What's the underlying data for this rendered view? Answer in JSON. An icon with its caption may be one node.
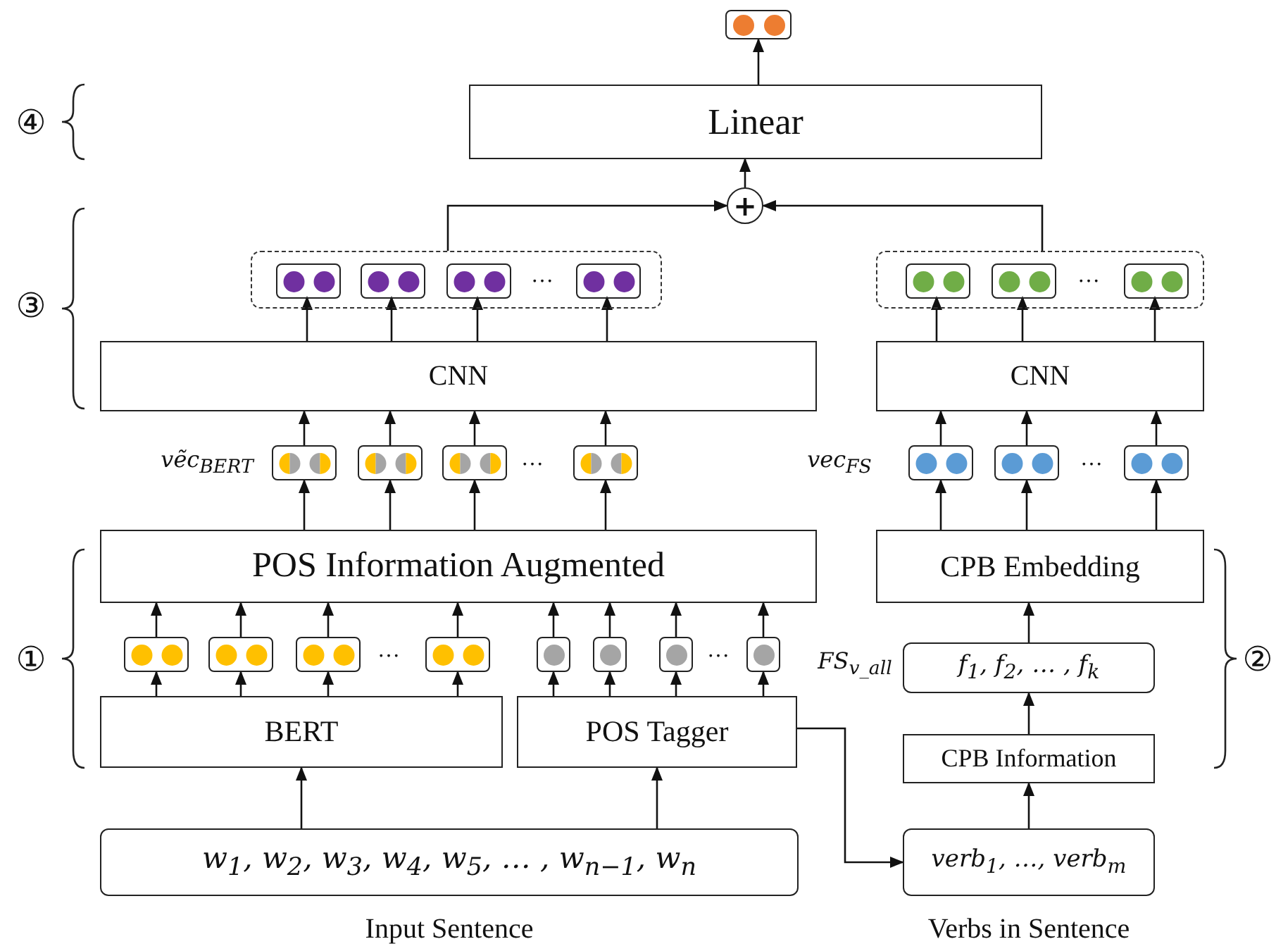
{
  "diagram": {
    "nodes": [
      {
        "text": [
          "Linear"
        ]
      },
      {
        "text": [],
        "shape": "box"
      },
      {
        "text": [
          "+"
        ]
      },
      {
        "text": [],
        "shape": "box"
      },
      {
        "text": [],
        "shape": "box",
        "in": 3
      },
      {
        "text": [],
        "shape": "box",
        "in": 3
      },
      {
        "text": [],
        "shape": "box",
        "in": 3
      },
      {
        "text": [],
        "shape": "box",
        "in": 3
      },
      {
        "text": [],
        "shape": "box"
      },
      {
        "text": [],
        "shape": "box",
        "in": 8
      },
      {
        "text": [],
        "shape": "box",
        "in": 8
      },
      {
        "text": [],
        "shape": "box",
        "in": 8
      },
      {
        "text": [
          "CNN"
        ]
      },
      {
        "text": [
          "CNN"
        ]
      },
      {
        "text": [],
        "shape": "box"
      },
      {
        "text": [],
        "shape": "box"
      },
      {
        "text": [],
        "shape": "box"
      },
      {
        "text": [],
        "shape": "box"
      },
      {
        "text": [],
        "shape": "box"
      },
      {
        "text": [],
        "shape": "box"
      },
      {
        "text": [],
        "shape": "box"
      },
      {
        "text": [
          "POS Information Augmented"
        ]
      },
      {
        "text": [
          "CPB Embedding"
        ]
      },
      {
        "text": [],
        "shape": "box"
      },
      {
        "text": [],
        "shape": "box"
      },
      {
        "text": [],
        "shape": "box"
      },
      {
        "text": [],
        "shape": "box"
      },
      {
        "text": [],
        "shape": "box"
      },
      {
        "text": [],
        "shape": "box"
      },
      {
        "text": [],
        "shape": "box"
      },
      {
        "text": [],
        "shape": "box"
      },
      {
        "text": [
          "f$_{1}$, f$_{2}$, … , f$_{k}$"
        ]
      },
      {
        "text": [
          "BERT"
        ]
      },
      {
        "text": [
          "POS Tagger"
        ]
      },
      {
        "text": [
          "CPB Information"
        ]
      },
      {
        "text": [
          "w$_{1}$, w$_{2}$, w$_{3}$, w$_{4}$, w$_{5}$, … , w$_{n−1}$, w$_{n}$"
        ],
        "beside": [
          "Input Sentence"
        ]
      },
      {
        "text": [
          "verb$_{1}$, …, verb$_{m}$"
        ],
        "beside": [
          "Verbs in Sentence"
        ]
      }
    ],
    "edges": [
      {
        "from": 0,
        "to": 1,
        "arrow": "to"
      },
      {
        "from": 2,
        "to": 0,
        "arrow": "to"
      },
      {
        "from": 3,
        "to": 2,
        "arrow": "to"
      },
      {
        "from": 8,
        "to": 2,
        "arrow": "to"
      },
      {
        "from": 12,
        "to": 4,
        "arrow": "to"
      },
      {
        "from": 12,
        "to": 5,
        "arrow": "to"
      },
      {
        "from": 12,
        "to": 6,
        "arrow": "to"
      },
      {
        "from": 12,
        "to": 7,
        "arrow": "to"
      },
      {
        "from": 13,
        "to": 9,
        "arrow": "to"
      },
      {
        "from": 13,
        "to": 10,
        "arrow": "to"
      },
      {
        "from": 13,
        "to": 11,
        "arrow": "to"
      },
      {
        "from": 14,
        "to": 12,
        "arrow": "to"
      },
      {
        "from": 15,
        "to": 12,
        "arrow": "to"
      },
      {
        "from": 16,
        "to": 12,
        "arrow": "to"
      },
      {
        "from": 17,
        "to": 12,
        "arrow": "to"
      },
      {
        "from": 18,
        "to": 13,
        "arrow": "to"
      },
      {
        "from": 19,
        "to": 13,
        "arrow": "to"
      },
      {
        "from": 20,
        "to": 13,
        "arrow": "to"
      },
      {
        "from": 21,
        "to": 14,
        "arrow": "to"
      },
      {
        "from": 21,
        "to": 15,
        "arrow": "to"
      },
      {
        "from": 21,
        "to": 16,
        "arrow": "to"
      },
      {
        "from": 21,
        "to": 17,
        "arrow": "to"
      },
      {
        "from": 22,
        "to": 18,
        "arrow": "to"
      },
      {
        "from": 22,
        "to": 19,
        "arrow": "to"
      },
      {
        "from": 22,
        "to": 20,
        "arrow": "to"
      },
      {
        "from": 23,
        "to": 21,
        "arrow": "to"
      },
      {
        "from": 24,
        "to": 21,
        "arrow": "to"
      },
      {
        "from": 25,
        "to": 21,
        "arrow": "to"
      },
      {
        "from": 26,
        "to": 21,
        "arrow": "to"
      },
      {
        "from": 27,
        "to": 21,
        "arrow": "to"
      },
      {
        "from": 28,
        "to": 21,
        "arrow": "to"
      },
      {
        "from": 29,
        "to": 21,
        "arrow": "to"
      },
      {
        "from": 30,
        "to": 21,
        "arrow": "to"
      },
      {
        "from": 31,
        "to": 22,
        "arrow": "to"
      },
      {
        "from": 32,
        "to": 23,
        "arrow": "to"
      },
      {
        "from": 32,
        "to": 24,
        "arrow": "to"
      },
      {
        "from": 32,
        "to": 25,
        "arrow": "to"
      },
      {
        "from": 32,
        "to": 26,
        "arrow": "to"
      },
      {
        "from": 33,
        "to": 27,
        "arrow": "to"
      },
      {
        "from": 33,
        "to": 28,
        "arrow": "to"
      },
      {
        "from": 33,
        "to": 29,
        "arrow": "to"
      },
      {
        "from": 33,
        "to": 30,
        "arrow": "to"
      },
      {
        "from": 34,
        "to": 31,
        "arrow": "to"
      },
      {
        "from": 35,
        "to": 32,
        "arrow": "to"
      },
      {
        "from": 35,
        "to": 33,
        "arrow": "to"
      },
      {
        "from": 33,
        "to": 36,
        "arrow": "to"
      },
      {
        "from": 36,
        "to": 34,
        "arrow": "to"
      }
    ],
    "labels": [
      "④",
      "③",
      "…",
      "…",
      "vẽc$_{BERT}$",
      "…",
      "vec$_{FS}$",
      "…",
      "①",
      "…",
      "…",
      "FS$_{v_all}$",
      "②"
    ]
  }
}
